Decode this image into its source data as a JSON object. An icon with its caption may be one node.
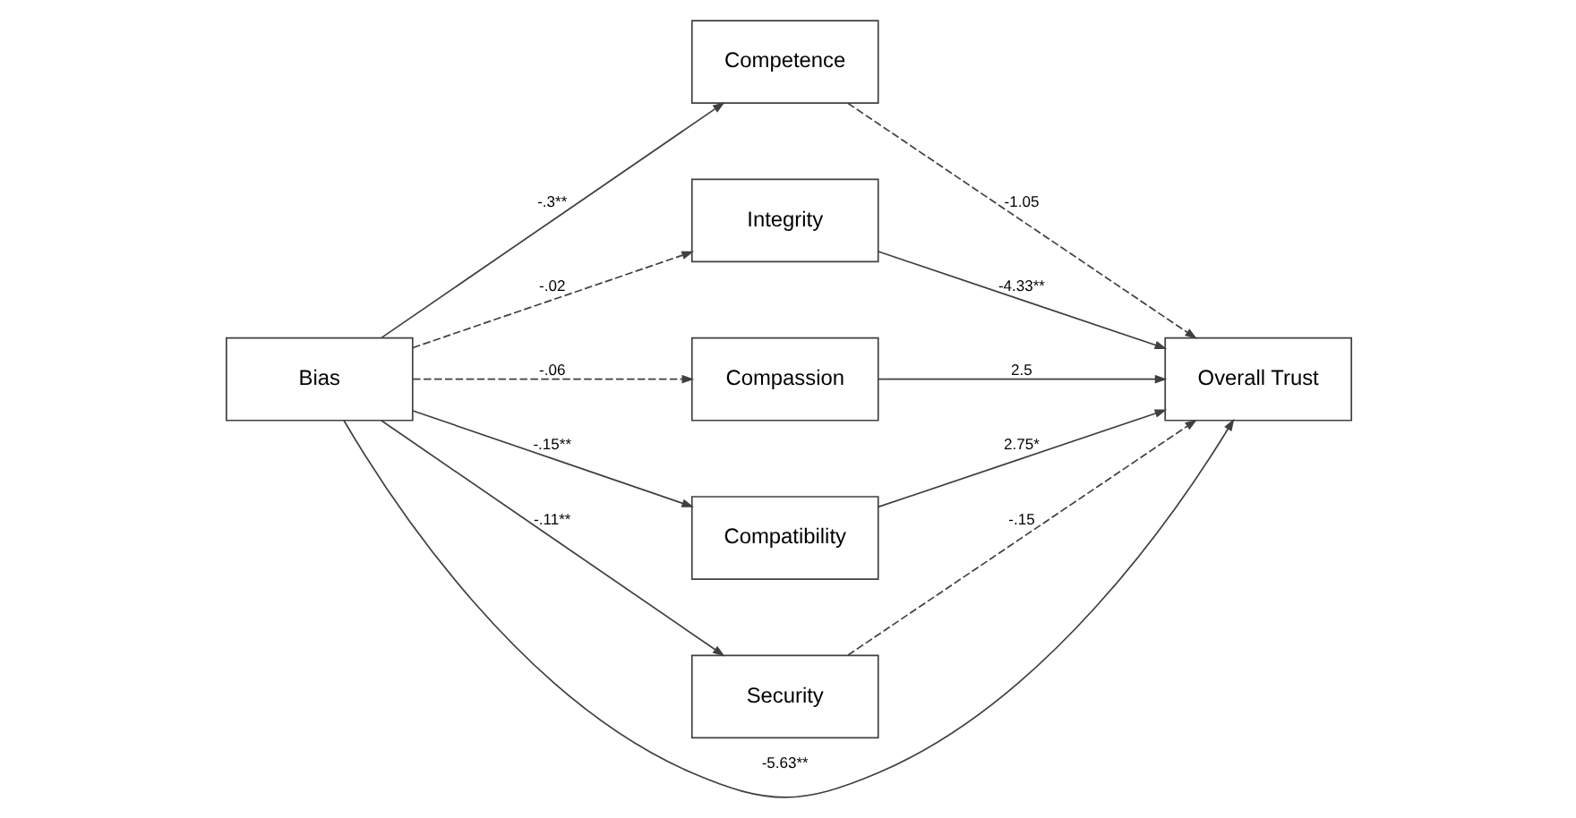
{
  "diagram": {
    "nodes": [
      {
        "text": [
          "Bias"
        ]
      },
      {
        "text": [
          "Competence"
        ]
      },
      {
        "text": [
          "Integrity"
        ]
      },
      {
        "text": [
          "Compassion"
        ]
      },
      {
        "text": [
          "Compatibility"
        ]
      },
      {
        "text": [
          "Security"
        ]
      },
      {
        "text": [
          "Overall Trust"
        ]
      }
    ],
    "edges": [
      {
        "from": 0,
        "to": 1,
        "arrow": "to",
        "label": "-.3**"
      },
      {
        "from": 0,
        "to": 2,
        "arrow": "to",
        "label": "-.02",
        "style": "dashed"
      },
      {
        "from": 0,
        "to": 6,
        "arrow": "to",
        "label": "-5.63**"
      },
      {
        "from": 0,
        "to": 3,
        "arrow": "to",
        "label": "-.06",
        "style": "dashed"
      },
      {
        "from": 0,
        "to": 4,
        "arrow": "to",
        "label": "-.15**"
      },
      {
        "from": 0,
        "to": 5,
        "arrow": "to",
        "label": "-.11**"
      },
      {
        "from": 1,
        "to": 6,
        "arrow": "to",
        "label": "-1.05",
        "style": "dashed"
      },
      {
        "from": 2,
        "to": 6,
        "arrow": "to",
        "label": "-4.33**"
      },
      {
        "from": 3,
        "to": 6,
        "arrow": "to",
        "label": "2.5"
      },
      {
        "from": 4,
        "to": 6,
        "arrow": "to",
        "label": "2.75*"
      },
      {
        "from": 5,
        "to": 6,
        "arrow": "to",
        "label": "-.15",
        "style": "dashed"
      }
    ]
  }
}
